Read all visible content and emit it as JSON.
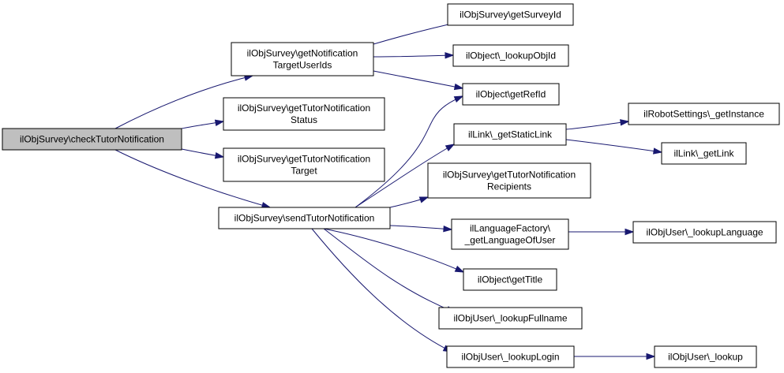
{
  "nodes": {
    "check": {
      "lines": [
        "ilObjSurvey\\checkTutorNotification"
      ],
      "fill": "#bfbfbf"
    },
    "getNotifTarget": {
      "lines": [
        "ilObjSurvey\\getNotification",
        "TargetUserIds"
      ],
      "fill": "#ffffff"
    },
    "getTutorStatus": {
      "lines": [
        "ilObjSurvey\\getTutorNotification",
        "Status"
      ],
      "fill": "#ffffff"
    },
    "getTutorTarget": {
      "lines": [
        "ilObjSurvey\\getTutorNotification",
        "Target"
      ],
      "fill": "#ffffff"
    },
    "sendTutor": {
      "lines": [
        "ilObjSurvey\\sendTutorNotification"
      ],
      "fill": "#ffffff"
    },
    "getSurveyId": {
      "lines": [
        "ilObjSurvey\\getSurveyId"
      ],
      "fill": "#ffffff"
    },
    "lookupObjId": {
      "lines": [
        "ilObject\\_lookupObjId"
      ],
      "fill": "#ffffff"
    },
    "getRefId": {
      "lines": [
        "ilObject\\getRefId"
      ],
      "fill": "#ffffff"
    },
    "getStaticLink": {
      "lines": [
        "ilLink\\_getStaticLink"
      ],
      "fill": "#ffffff"
    },
    "getTutorRecipients": {
      "lines": [
        "ilObjSurvey\\getTutorNotification",
        "Recipients"
      ],
      "fill": "#ffffff"
    },
    "getLanguageOfUser": {
      "lines": [
        "ilLanguageFactory\\",
        "_getLanguageOfUser"
      ],
      "fill": "#ffffff"
    },
    "getTitle": {
      "lines": [
        "ilObject\\getTitle"
      ],
      "fill": "#ffffff"
    },
    "lookupFullname": {
      "lines": [
        "ilObjUser\\_lookupFullname"
      ],
      "fill": "#ffffff"
    },
    "lookupLogin": {
      "lines": [
        "ilObjUser\\_lookupLogin"
      ],
      "fill": "#ffffff"
    },
    "robotInstance": {
      "lines": [
        "ilRobotSettings\\_getInstance"
      ],
      "fill": "#ffffff"
    },
    "getLink": {
      "lines": [
        "ilLink\\_getLink"
      ],
      "fill": "#ffffff"
    },
    "lookupLanguage": {
      "lines": [
        "ilObjUser\\_lookupLanguage"
      ],
      "fill": "#ffffff"
    },
    "lookup": {
      "lines": [
        "ilObjUser\\_lookup"
      ],
      "fill": "#ffffff"
    }
  },
  "edges": [
    {
      "from": "check",
      "to": "getNotifTarget"
    },
    {
      "from": "check",
      "to": "getTutorStatus"
    },
    {
      "from": "check",
      "to": "getTutorTarget"
    },
    {
      "from": "check",
      "to": "sendTutor"
    },
    {
      "from": "getNotifTarget",
      "to": "getSurveyId"
    },
    {
      "from": "getNotifTarget",
      "to": "lookupObjId"
    },
    {
      "from": "getNotifTarget",
      "to": "getRefId"
    },
    {
      "from": "sendTutor",
      "to": "getRefId"
    },
    {
      "from": "sendTutor",
      "to": "getStaticLink"
    },
    {
      "from": "sendTutor",
      "to": "getTutorRecipients"
    },
    {
      "from": "sendTutor",
      "to": "getLanguageOfUser"
    },
    {
      "from": "sendTutor",
      "to": "getTitle"
    },
    {
      "from": "sendTutor",
      "to": "lookupFullname"
    },
    {
      "from": "sendTutor",
      "to": "lookupLogin"
    },
    {
      "from": "getStaticLink",
      "to": "robotInstance"
    },
    {
      "from": "getStaticLink",
      "to": "getLink"
    },
    {
      "from": "getLanguageOfUser",
      "to": "lookupLanguage"
    },
    {
      "from": "lookupLogin",
      "to": "lookup"
    }
  ],
  "colors": {
    "edge": "#191970",
    "border": "#000000",
    "highlight": "#bfbfbf"
  }
}
